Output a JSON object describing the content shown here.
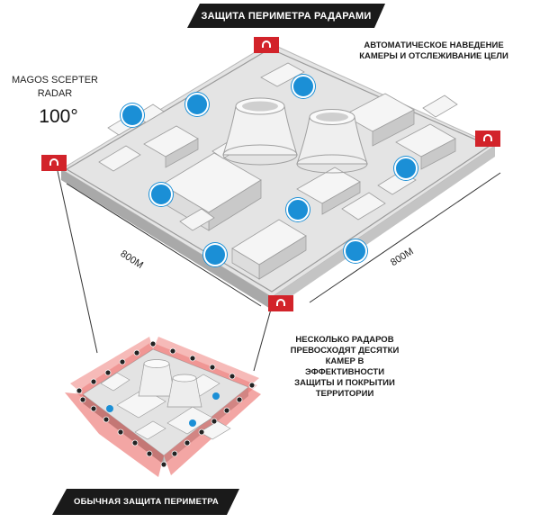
{
  "banners": {
    "top": "ЗАЩИТА ПЕРИМЕТРА РАДАРАМИ",
    "bottom": "ОБЫЧНАЯ ЗАЩИТА ПЕРИМЕТРА"
  },
  "captions": {
    "auto_tracking": "АВТОМАТИЧЕСКОЕ НАВЕДЕНИЕ КАМЕРЫ И ОТСЛЕЖИВАНИЕ ЦЕЛИ",
    "multi_radar": "НЕСКОЛЬКО РАДАРОВ ПРЕВОСХОДЯТ ДЕСЯТКИ КАМЕР В ЭФФЕКТИВНОСТИ ЗАЩИТЫ И ПОКРЫТИИ ТЕРРИТОРИИ"
  },
  "radar": {
    "name": "MAGOS SCEPTER RADAR",
    "angle": "100°"
  },
  "dimensions": {
    "left": "800M",
    "right": "800M"
  },
  "colors": {
    "radar_marker": "#d2232a",
    "camera_icon": "#1b8fd6",
    "banner_bg": "#1a1a1a",
    "plant_base": "#d9d9d9",
    "perimeter_red": "#e53935"
  },
  "icons": {
    "radar_marker": "radar-icon",
    "camera_marker": "camera-icon"
  }
}
